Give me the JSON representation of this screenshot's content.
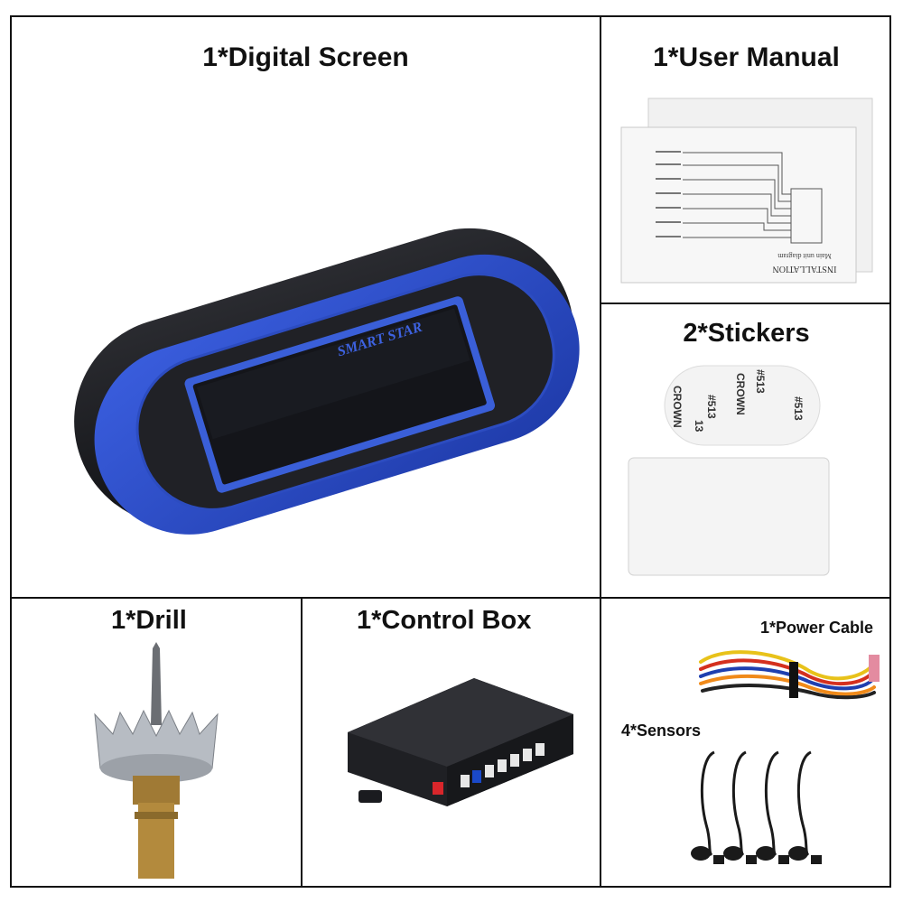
{
  "panels": {
    "digital_screen": {
      "title": "1*Digital Screen",
      "brand": "SMART STAR"
    },
    "user_manual": {
      "title": "1*User Manual",
      "doc_heading": "INSTALLATION",
      "doc_subheading": "Main unit diagram"
    },
    "stickers": {
      "title": "2*Stickers",
      "print_text": [
        "CROWN",
        "#513",
        "13"
      ]
    },
    "drill": {
      "title": "1*Drill"
    },
    "control_box": {
      "title": "1*Control Box"
    },
    "power_cable": {
      "title": "1*Power Cable"
    },
    "sensors": {
      "title": "4*Sensors",
      "count": 4
    }
  },
  "colors": {
    "screen_blue": "#2f4fc4",
    "screen_black": "#1c1d22",
    "frame_line": "#111111",
    "wire_colors": [
      "#e8c21a",
      "#d4301f",
      "#1f3fb0",
      "#f08a1a",
      "#222222"
    ]
  }
}
